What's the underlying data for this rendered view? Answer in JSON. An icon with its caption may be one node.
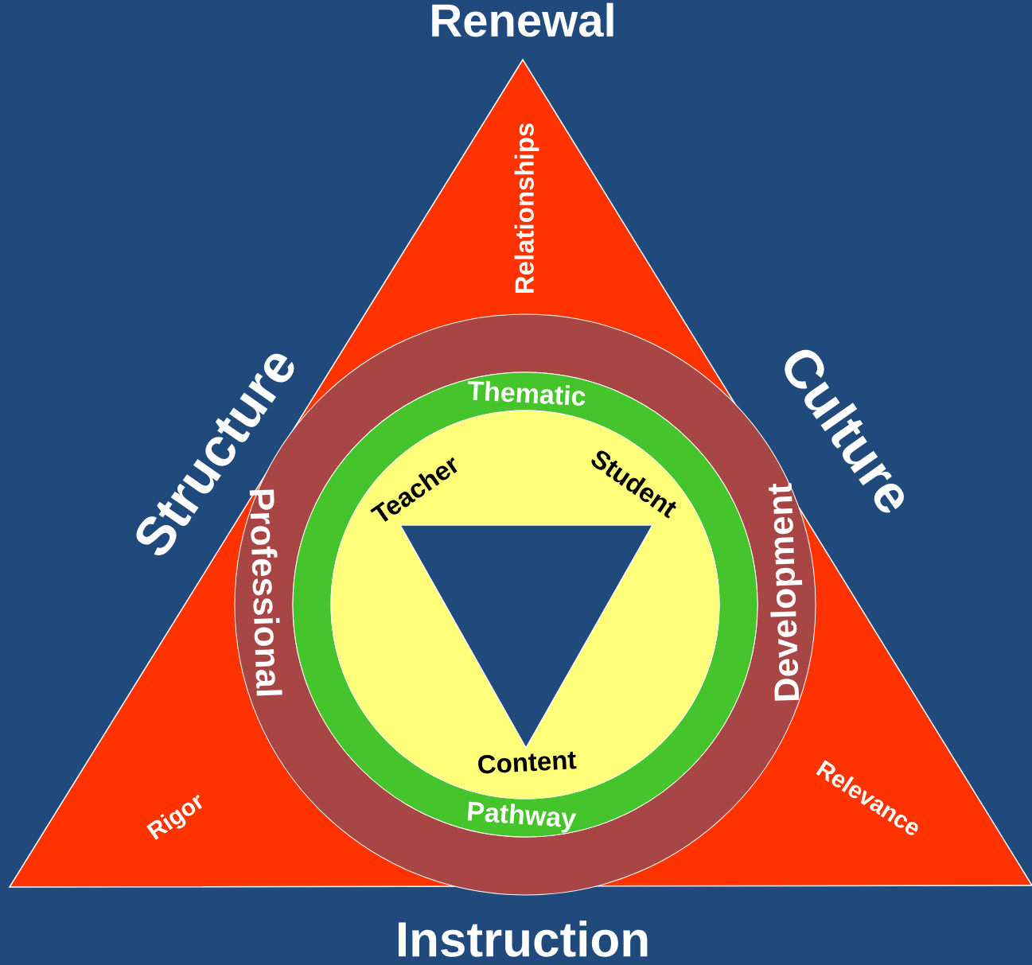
{
  "diagram": {
    "nodes": [
      {
        "text": [
          "Relationships",
          "Rigor",
          "Relevance"
        ]
      },
      {
        "text": [
          "Professional",
          "Development"
        ],
        "in": 0
      },
      {
        "text": [
          "Thematic",
          "Pathway"
        ],
        "in": 1
      },
      {
        "text": [
          "Teacher",
          "Student",
          "Content"
        ],
        "in": 2
      },
      {
        "text": [],
        "shape": "triangle",
        "in": 3
      }
    ],
    "labels": [
      "Renewal",
      "Structure",
      "Culture",
      "Instruction"
    ]
  }
}
